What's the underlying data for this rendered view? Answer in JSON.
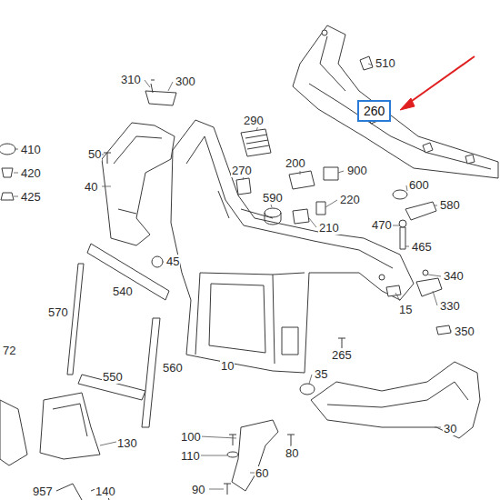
{
  "diagram": {
    "nodes": [
      {
        "text": [
          "260"
        ]
      }
    ],
    "labels": [
      "310",
      "300",
      "510",
      "290",
      "410",
      "420",
      "425",
      "50",
      "270",
      "200",
      "900",
      "600",
      "40",
      "590",
      "220",
      "580",
      "210",
      "470",
      "465",
      "45",
      "340",
      "540",
      "15",
      "330",
      "570",
      "10",
      "265",
      "350",
      "72",
      "550",
      "560",
      "35",
      "130",
      "100",
      "110",
      "80",
      "30",
      "90",
      "60",
      "957",
      "140"
    ]
  }
}
